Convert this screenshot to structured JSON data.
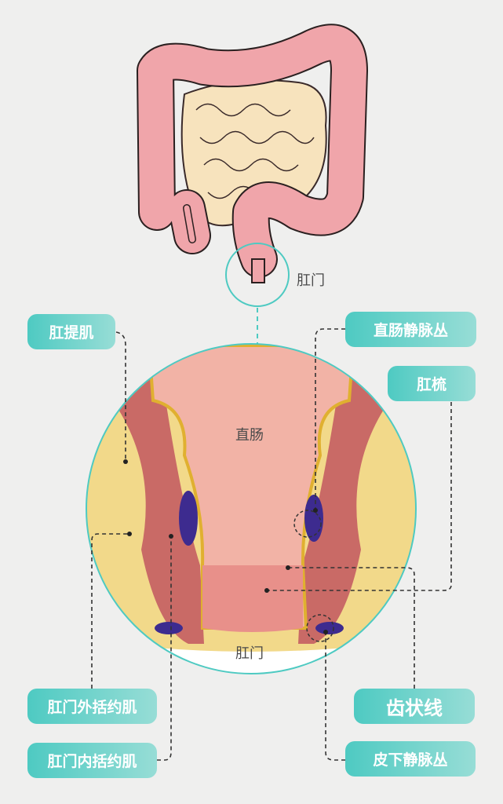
{
  "top_label": "肛门",
  "inner_labels": {
    "rectum": "直肠",
    "anus": "肛门"
  },
  "callouts": {
    "levator_ani": "肛提肌",
    "rectal_venous_plexus": "直肠静脉丛",
    "pecten": "肛梳",
    "external_sphincter": "肛门外括约肌",
    "dentate_line": "齿状线",
    "internal_sphincter": "肛门内括约肌",
    "subcutaneous_venous_plexus": "皮下静脉丛"
  },
  "colors": {
    "accent": "#4ecac2",
    "colon": "#f0a5aa",
    "small_intestine": "#f7e3bd",
    "fat": "#f2d98a",
    "muscle": "#c96a66",
    "vein": "#3d2b8f"
  }
}
